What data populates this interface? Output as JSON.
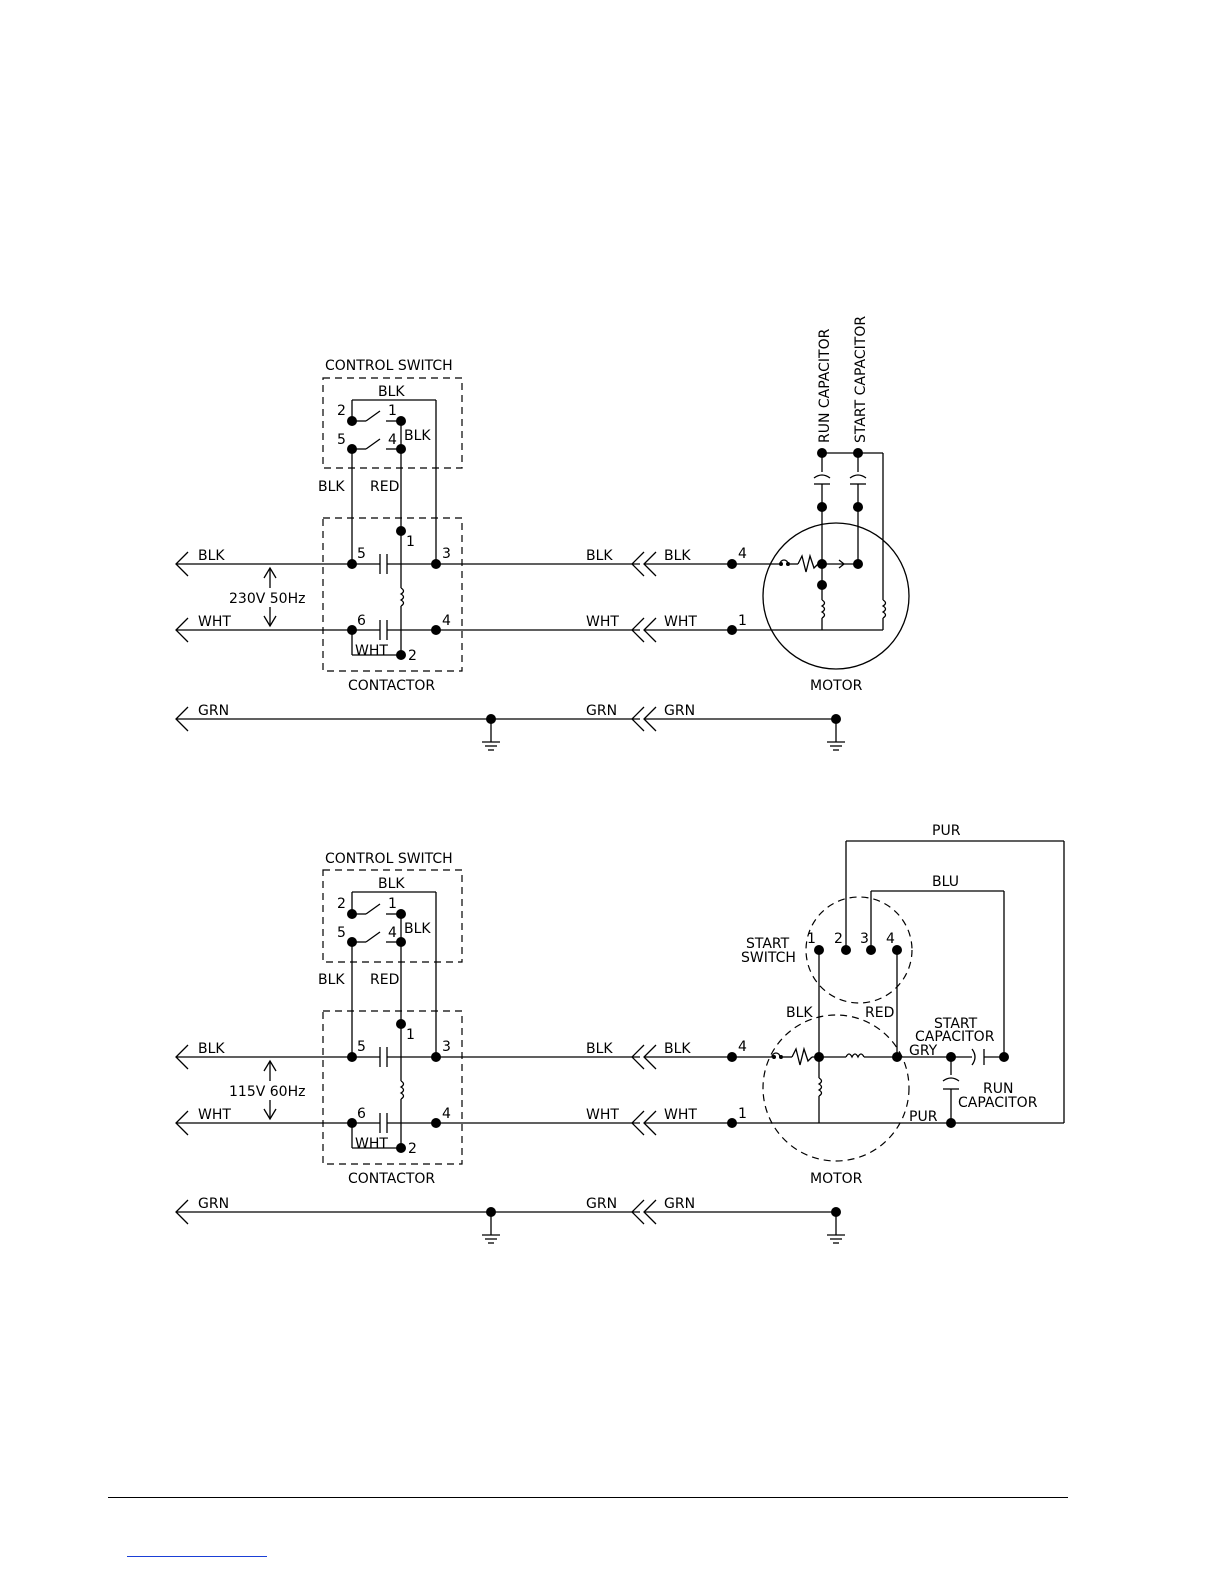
{
  "diagram_top": {
    "control_switch": {
      "title": "CONTROL SWITCH",
      "wire_top": "BLK",
      "wire_right": "BLK",
      "pins": [
        "2",
        "1",
        "5",
        "4"
      ]
    },
    "wire_left": "BLK",
    "wire_mid": "RED",
    "contactor": {
      "title": "CONTACTOR",
      "pins": [
        "5",
        "3",
        "6",
        "4",
        "1",
        "2"
      ],
      "jumper": "WHT"
    },
    "supply": {
      "label_l1": "BLK",
      "label_l2": "WHT",
      "label_gnd": "GRN",
      "voltage": "230V 50Hz"
    },
    "run_wires": {
      "l1": "BLK",
      "l2": "WHT",
      "gnd": "GRN"
    },
    "motor_side": {
      "l1": "BLK",
      "l2": "WHT",
      "gnd": "GRN",
      "pin_l1": "4",
      "pin_l2": "1"
    },
    "run_capacitor": "RUN CAPACITOR",
    "start_capacitor": "START CAPACITOR",
    "motor": "MOTOR"
  },
  "diagram_bottom": {
    "control_switch": {
      "title": "CONTROL SWITCH",
      "wire_top": "BLK",
      "wire_right": "BLK",
      "pins": [
        "2",
        "1",
        "5",
        "4"
      ]
    },
    "wire_left": "BLK",
    "wire_mid": "RED",
    "contactor": {
      "title": "CONTACTOR",
      "pins": [
        "5",
        "3",
        "6",
        "4",
        "1",
        "2"
      ],
      "jumper": "WHT"
    },
    "supply": {
      "label_l1": "BLK",
      "label_l2": "WHT",
      "label_gnd": "GRN",
      "voltage": "115V 60Hz"
    },
    "run_wires": {
      "l1": "BLK",
      "l2": "WHT",
      "gnd": "GRN"
    },
    "motor_side": {
      "l1": "BLK",
      "l2": "WHT",
      "gnd": "GRN",
      "pin_l1": "4",
      "pin_l2": "1"
    },
    "start_switch": {
      "label_line1": "START",
      "label_line2": "SWITCH",
      "pins": [
        "1",
        "2",
        "3",
        "4"
      ]
    },
    "wire_pur_top": "PUR",
    "wire_blu": "BLU",
    "wire_blk": "BLK",
    "wire_red": "RED",
    "wire_gry": "GRY",
    "wire_pur": "PUR",
    "start_capacitor": {
      "line1": "START",
      "line2": "CAPACITOR"
    },
    "run_capacitor": {
      "line1": "RUN",
      "line2": "CAPACITOR"
    },
    "motor": "MOTOR"
  }
}
